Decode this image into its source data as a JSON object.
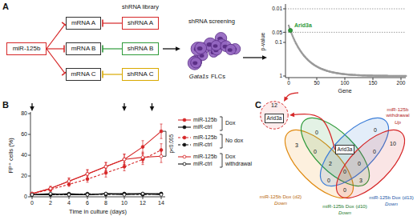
{
  "diagram": {
    "nodes": [
      {
        "text": [
          "miR-125b"
        ]
      },
      {
        "text": [
          "mRNA A"
        ]
      },
      {
        "text": [
          "mRNA B"
        ]
      },
      {
        "text": [
          "mRNA C"
        ]
      },
      {
        "text": [
          "shRNA A"
        ]
      },
      {
        "text": [
          "shRNA B"
        ]
      },
      {
        "text": [
          "shRNA C"
        ]
      },
      {
        "text": [
          "12"
        ]
      },
      {
        "text": [
          "Arid3a"
        ],
        "in": 7
      },
      {
        "text": [
          "Arid3a"
        ]
      }
    ],
    "edges": [
      {
        "from": 0,
        "to": 1,
        "arrow": "to"
      },
      {
        "from": 0,
        "to": 2,
        "arrow": "to"
      },
      {
        "from": 0,
        "to": 3,
        "arrow": "to"
      },
      {
        "from": 4,
        "to": 1,
        "arrow": "to"
      },
      {
        "from": 5,
        "to": 2,
        "arrow": "to"
      },
      {
        "from": 6,
        "to": 3,
        "arrow": "to"
      },
      {
        "from": 9,
        "to": 7,
        "arrow": "to"
      }
    ],
    "labels": [
      "A",
      "shRNA library",
      "shRNA screening",
      "Gata1s",
      "FLCs",
      "0.01",
      "0.05",
      "0.1",
      "1",
      "p-value",
      "0",
      "50",
      "100",
      "150",
      "200",
      "Gene",
      "Arid3a",
      "B",
      "0",
      "20",
      "40",
      "60",
      "80",
      "FP⁺ cells (%)",
      "0",
      "2",
      "4",
      "6",
      "8",
      "10",
      "12",
      "14",
      "Time in culture (days)",
      "p<0.005",
      "Dox",
      "No dox",
      "Dox withdrawal",
      "C",
      "3",
      "0",
      "0",
      "10",
      "0",
      "0",
      "0",
      "2",
      "0",
      "0",
      "3",
      "0",
      "miR-125b Dox (d2)",
      "Down",
      "miR-125b Dox (d10)",
      "Down",
      "miR-125b Dox (d13)",
      "Down",
      "miR-125b withdrawal",
      "Up"
    ],
    "legend": [
      {
        "text": "miR-125b"
      },
      {
        "text": "miR-ctrl"
      },
      {
        "text": "miR-125b"
      },
      {
        "text": "miR-ctrl"
      },
      {
        "text": "miR-125b"
      },
      {
        "text": "miR-ctrl"
      }
    ]
  }
}
